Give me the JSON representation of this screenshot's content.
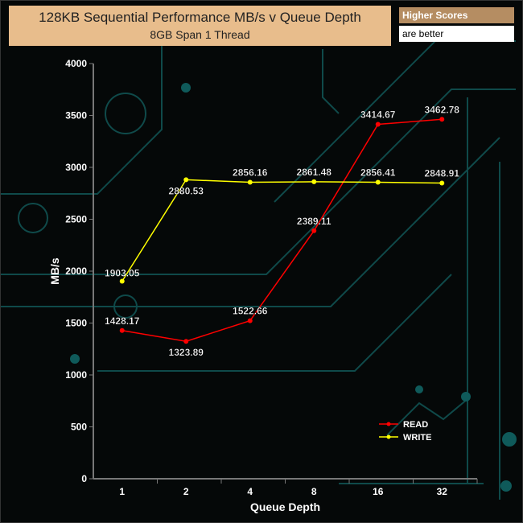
{
  "chart_data": {
    "type": "line",
    "title": "128KB Sequential Performance MB/s v Queue Depth",
    "subtitle": "8GB Span 1 Thread",
    "xlabel": "Queue Depth",
    "ylabel": "MB/s",
    "categories": [
      "1",
      "2",
      "4",
      "8",
      "16",
      "32"
    ],
    "ylim": [
      0,
      4000
    ],
    "yticks": [
      "0",
      "500",
      "1000",
      "1500",
      "2000",
      "2500",
      "3000",
      "3500",
      "4000"
    ],
    "legend_position": "bottom-right",
    "series": [
      {
        "name": "READ",
        "color": "#ff0000",
        "values": [
          1428.17,
          1323.89,
          1522.66,
          2389.11,
          3414.67,
          3462.78
        ],
        "labels": [
          "1428.17",
          "1323.89",
          "1522.66",
          "2389.11",
          "3414.67",
          "3462.78"
        ]
      },
      {
        "name": "WRITE",
        "color": "#ffff00",
        "values": [
          1903.05,
          2880.53,
          2856.16,
          2861.48,
          2856.41,
          2848.91
        ],
        "labels": [
          "1903.05",
          "2880.53",
          "2856.16",
          "2861.48",
          "2856.41",
          "2848.91"
        ]
      }
    ]
  },
  "badge": {
    "line1": "Higher Scores",
    "line2": "are better"
  }
}
